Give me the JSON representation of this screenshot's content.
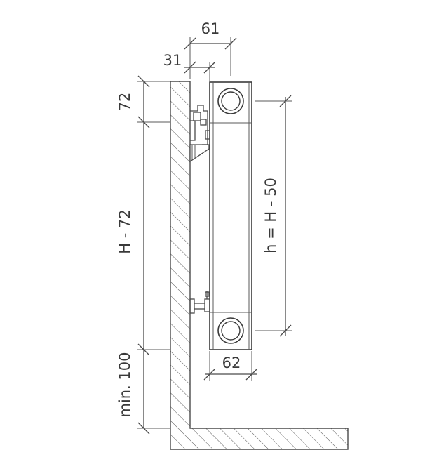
{
  "diagram": {
    "dimensions": {
      "top_depth": "61",
      "wall_gap": "31",
      "top_offset": "72",
      "bracket_span": "H - 72",
      "floor_clearance": "min. 100",
      "connection_height": "h = H - 50",
      "bottom_depth": "62"
    },
    "colors": {
      "line": "#4a4a4a",
      "text": "#3a3a3a",
      "background": "#ffffff"
    }
  }
}
